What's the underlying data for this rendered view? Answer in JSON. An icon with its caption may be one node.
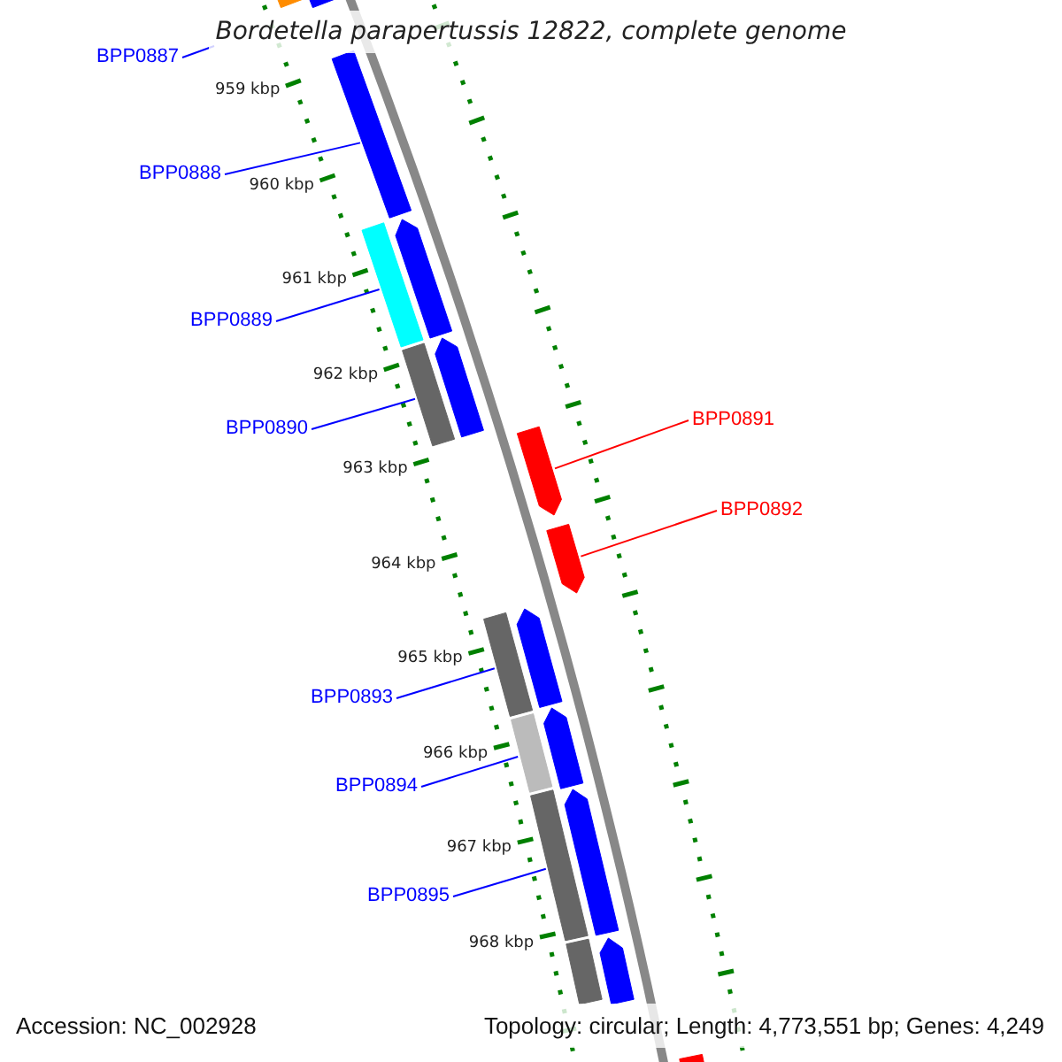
{
  "diagram": {
    "title": "Bordetella parapertussis 12822, complete genome",
    "nodes": [
      {
        "text": [
          "BPP0887"
        ]
      },
      {
        "text": [
          "BPP0888"
        ]
      },
      {
        "text": [
          "BPP0889"
        ]
      },
      {
        "text": [
          "BPP0890"
        ]
      },
      {
        "text": [
          "BPP0891"
        ]
      },
      {
        "text": [
          "BPP0892"
        ]
      },
      {
        "text": [
          "BPP0893"
        ]
      },
      {
        "text": [
          "BPP0894"
        ]
      },
      {
        "text": [
          "BPP0895"
        ]
      },
      {
        "text": [],
        "shape": "bar"
      },
      {
        "text": [],
        "shape": "bar"
      },
      {
        "text": [],
        "shape": "bar"
      },
      {
        "text": [],
        "shape": "bar"
      },
      {
        "text": [],
        "shape": "bar"
      },
      {
        "text": [],
        "shape": "bar"
      },
      {
        "text": [],
        "shape": "bar"
      },
      {
        "text": [],
        "shape": "bar"
      },
      {
        "text": [],
        "shape": "bar"
      },
      {
        "text": [],
        "shape": "bar"
      },
      {
        "text": [],
        "shape": "bar"
      },
      {
        "text": [],
        "shape": "bar"
      },
      {
        "text": [],
        "shape": "bar"
      },
      {
        "text": [],
        "shape": "bar"
      },
      {
        "text": [],
        "shape": "bar"
      },
      {
        "text": [],
        "shape": "bar"
      },
      {
        "text": [],
        "shape": "bar"
      },
      {
        "text": [],
        "shape": "bar"
      }
    ],
    "edges": [
      {
        "from": 0,
        "to": null,
        "arrow": "none"
      },
      {
        "from": 1,
        "to": 10,
        "arrow": "none"
      },
      {
        "from": 2,
        "to": 11,
        "arrow": "none"
      },
      {
        "from": 3,
        "to": 12,
        "arrow": "none"
      },
      {
        "from": 4,
        "to": 13,
        "arrow": "none",
        "color": "#ff0000"
      },
      {
        "from": 5,
        "to": 14,
        "arrow": "none",
        "color": "#ff0000"
      },
      {
        "from": 6,
        "to": 15,
        "arrow": "none"
      },
      {
        "from": 7,
        "to": 16,
        "arrow": "none"
      },
      {
        "from": 8,
        "to": 17,
        "arrow": "none"
      }
    ],
    "labels": [
      "959 kbp",
      "960 kbp",
      "961 kbp",
      "962 kbp",
      "963 kbp",
      "964 kbp",
      "965 kbp",
      "966 kbp",
      "967 kbp",
      "968 kbp",
      "Accession: NC_002928",
      "Topology: circular; Length: 4,773,551 bp; Genes: 4,249"
    ]
  }
}
